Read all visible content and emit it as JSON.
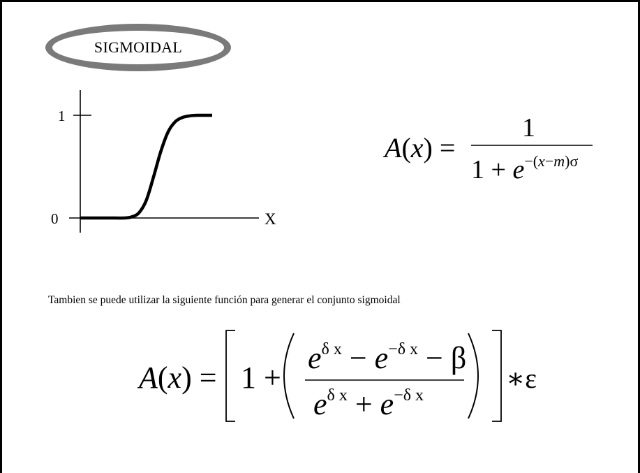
{
  "title": "SIGMOIDAL",
  "chart_data": {
    "type": "line",
    "title": "",
    "xlabel": "X",
    "ylabel": "",
    "xlim": [
      0,
      10
    ],
    "ylim": [
      0,
      1
    ],
    "yticks": [
      "0",
      "1"
    ],
    "grid": false,
    "series": [
      {
        "x": [
          0,
          1,
          2,
          3,
          3.5,
          4,
          4.5,
          5,
          5.5,
          6,
          6.5,
          7,
          7.5,
          8,
          9
        ],
        "values": [
          0,
          0,
          0,
          0,
          0.01,
          0.05,
          0.17,
          0.4,
          0.65,
          0.84,
          0.94,
          0.98,
          0.995,
          1,
          1
        ]
      }
    ]
  },
  "formula1": {
    "lhs": "A(x) =",
    "numerator": "1",
    "denominator": "1 + e^-(x-m)σ"
  },
  "caption": "Tambien se puede utilizar la siguiente función para generar el conjunto sigmoidal",
  "formula2": {
    "lhs": "A(x) =",
    "one_plus": "1 +",
    "numerator": "e^δx − e^−δx − β",
    "denominator": "e^δx + e^−δx",
    "times": "*ε"
  }
}
